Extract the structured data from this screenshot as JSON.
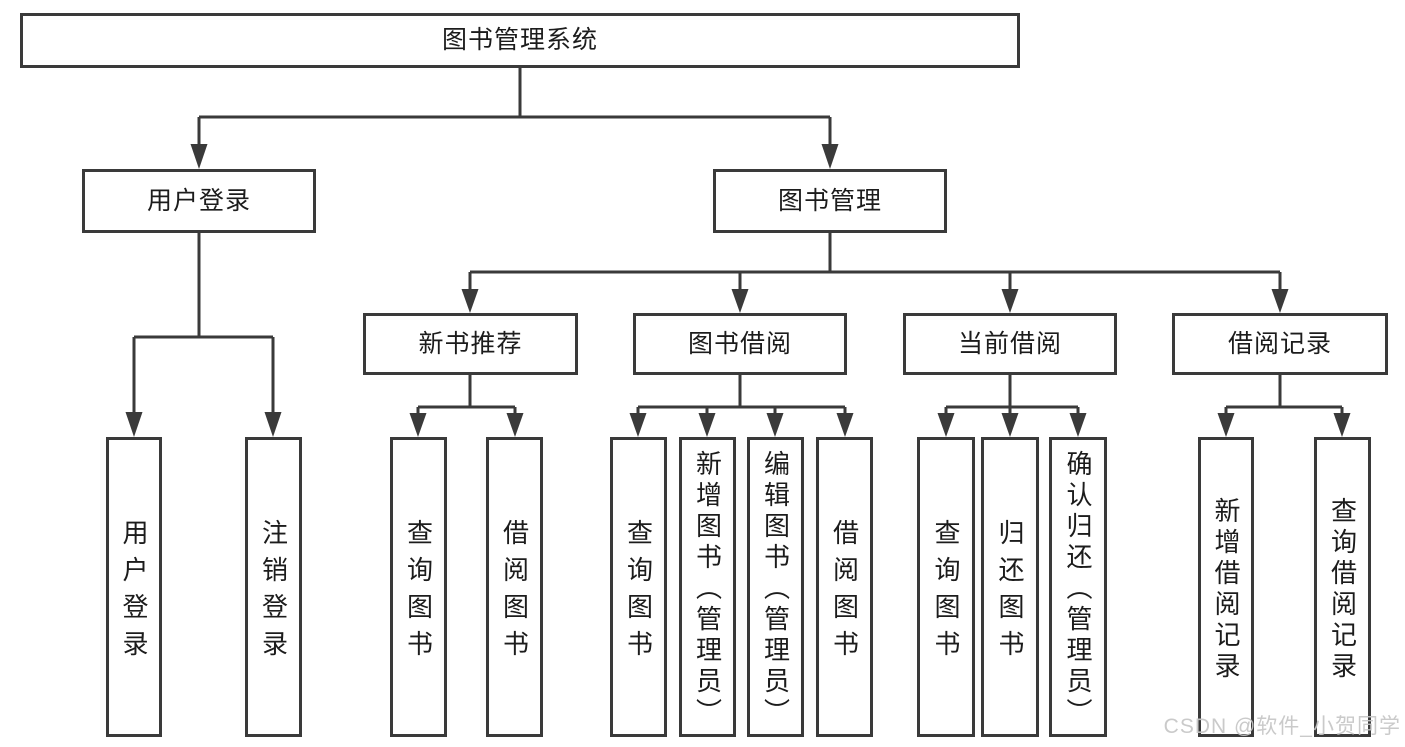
{
  "diagram": {
    "nodes": {
      "root": "图书管理系统",
      "level1": [
        "用户登录",
        "图书管理"
      ],
      "level2": [
        "新书推荐",
        "图书借阅",
        "当前借阅",
        "借阅记录"
      ],
      "leaves": [
        "用户登录",
        "注销登录",
        "查询图书",
        "借阅图书",
        "查询图书",
        "新增图书（管理员）",
        "编辑图书（管理员）",
        "借阅图书",
        "查询图书",
        "归还图书",
        "确认归还（管理员）",
        "新增借阅记录",
        "查询借阅记录"
      ]
    },
    "colors": {
      "line": "#3a3a3a",
      "border": "#3a3a3a",
      "text": "#1c1c1c",
      "background": "#ffffff",
      "watermark": "#c5c5c5"
    },
    "watermark": "CSDN @软件_小贺同学"
  }
}
